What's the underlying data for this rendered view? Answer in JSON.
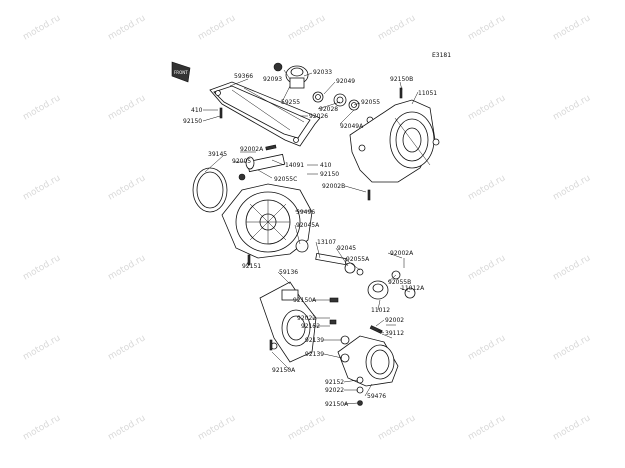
{
  "diagram": {
    "code": "E3181",
    "front_marker": "FRONT",
    "watermark": "motod.ru",
    "part_labels": [
      "59366",
      "92093",
      "92033",
      "92049",
      "92150B",
      "11051",
      "59255",
      "92028",
      "92055",
      "92026",
      "92049A",
      "410",
      "92150",
      "39145",
      "92002A",
      "92005",
      "14091",
      "410",
      "92150",
      "92055C",
      "92002B",
      "59496",
      "92045A",
      "13107",
      "92045",
      "92002A",
      "92055A",
      "92055B",
      "11012A",
      "92151",
      "59136",
      "92150A",
      "11012",
      "92022",
      "92152",
      "92002",
      "39112",
      "92139",
      "92139",
      "92152",
      "92022",
      "59476",
      "92150A",
      "92150A"
    ]
  }
}
